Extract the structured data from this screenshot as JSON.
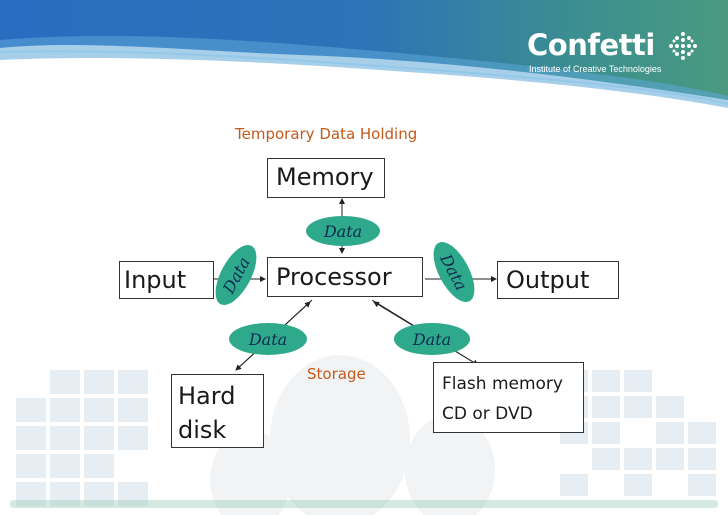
{
  "logo": {
    "name": "Confetti",
    "tagline": "Institute of Creative Technologies"
  },
  "labels": {
    "temporary": "Temporary Data Holding",
    "storage": "Storage"
  },
  "nodes": {
    "memory": "Memory",
    "processor": "Processor",
    "input": "Input",
    "output": "Output",
    "hard_disk_line1": "Hard",
    "hard_disk_line2": "disk",
    "flash_line1": "Flash memory",
    "flash_line2": "CD or DVD"
  },
  "data_badges": {
    "top": "Data",
    "left": "Data",
    "right": "Data",
    "bottom_left": "Data",
    "bottom_right": "Data"
  },
  "colors": {
    "banner_blue": "#1f5fae",
    "banner_green": "#3f9a8a",
    "oval_fill": "#2fa98c",
    "label_orange": "#c25a1b"
  }
}
